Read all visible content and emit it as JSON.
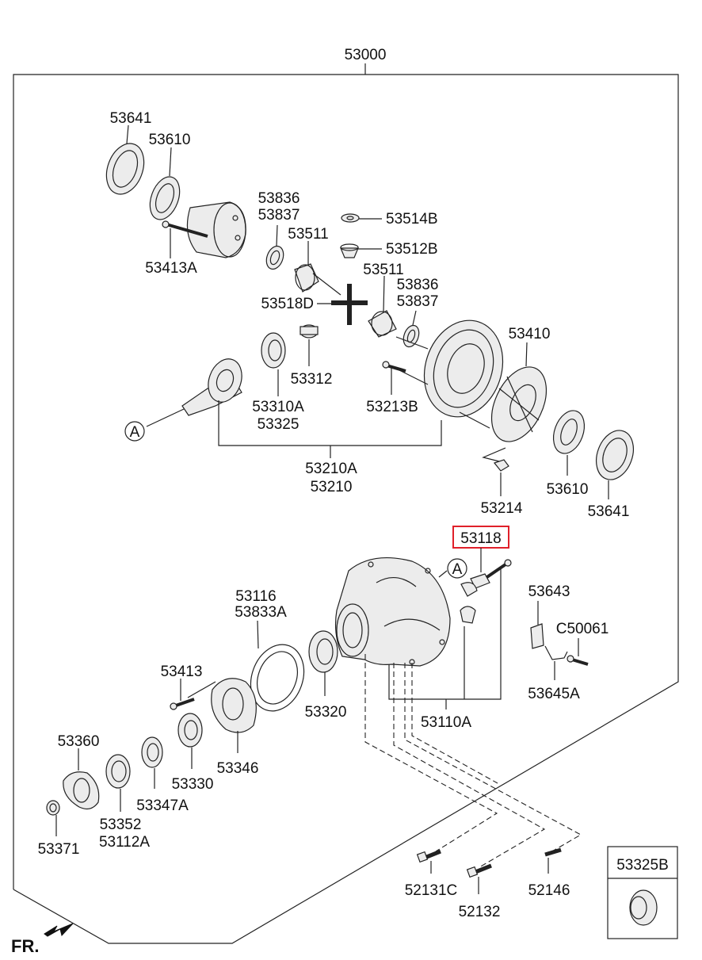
{
  "diagram": {
    "assembly_number": "53000",
    "inset_part": "53325B",
    "orientation_label": "FR.",
    "callout_letter": "A",
    "highlighted_part": "53118",
    "highlight_color": "#e0202a",
    "labels": {
      "p53641_top": "53641",
      "p53610_top": "53610",
      "p53413A": "53413A",
      "p53836_a": "53836",
      "p53837_a": "53837",
      "p53511_a": "53511",
      "p53514B": "53514B",
      "p53512B": "53512B",
      "p53511_b": "53511",
      "p53518D": "53518D",
      "p53836_b": "53836",
      "p53837_b": "53837",
      "p53410": "53410",
      "p53312": "53312",
      "p53213B": "53213B",
      "p53310A": "53310A",
      "p53325": "53325",
      "p53210A": "53210A",
      "p53210": "53210",
      "p53214": "53214",
      "p53610_bot": "53610",
      "p53641_bot": "53641",
      "p53118": "53118",
      "p53643": "53643",
      "pC50061": "C50061",
      "p53645A": "53645A",
      "p53116": "53116",
      "p53833A": "53833A",
      "p53413": "53413",
      "p53320": "53320",
      "p53110A": "53110A",
      "p53360": "53360",
      "p53346": "53346",
      "p53330": "53330",
      "p53347A": "53347A",
      "p53352": "53352",
      "p53112A": "53112A",
      "p53371": "53371",
      "p52131C": "52131C",
      "p52132": "52132",
      "p52146": "52146"
    }
  }
}
